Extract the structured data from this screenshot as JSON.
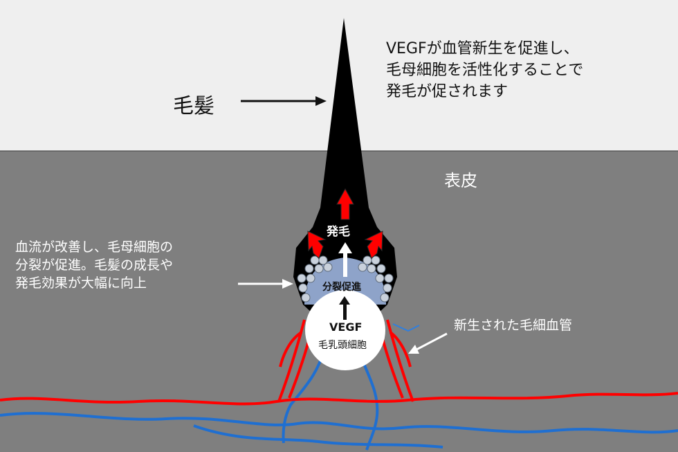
{
  "labels": {
    "headline": [
      "VEGFが血管新生を促進し、",
      "毛母細胞を活性化することで",
      "発毛が促されます"
    ],
    "hair": "毛髪",
    "epidermis": "表皮",
    "hair_growth": "発毛",
    "side_note": [
      "血流が改善し、毛母細胞の",
      "分裂が促進。毛髪の成長や",
      "発毛効果が大幅に向上"
    ],
    "proliferation": "分裂促進",
    "vegf": "VEGF",
    "dermal_papilla": "毛乳頭細胞",
    "new_capillaries": "新生された毛細血管"
  },
  "colors": {
    "sky": "#efefef",
    "skin": "#7f7f7f",
    "hair": "#000000",
    "matrix": "#8ea3c9",
    "vessel_red": "#ff0000",
    "vessel_blue": "#1f6fd1",
    "arrow": "#ffffff"
  }
}
